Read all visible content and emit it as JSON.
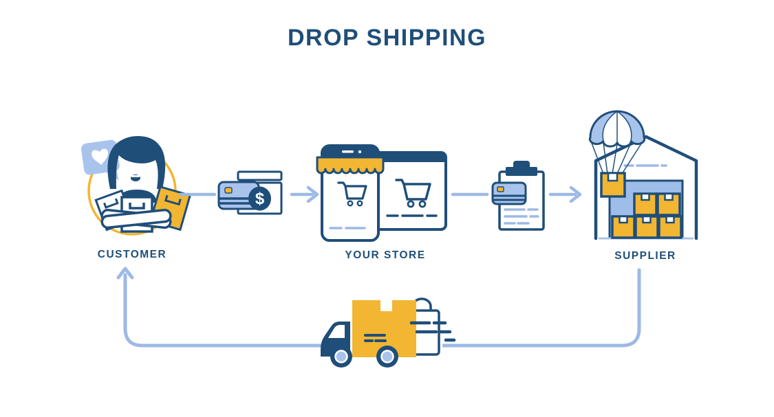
{
  "title": "DROP SHIPPING",
  "nodes": {
    "customer": {
      "label": "CUSTOMER",
      "icon": "customer-with-shopping-bags-icon",
      "badge": "heart-speech-bubble-icon"
    },
    "store": {
      "label": "YOUR STORE",
      "icon": "phone-and-browser-storefront-icon"
    },
    "supplier": {
      "label": "SUPPLIER",
      "icon": "warehouse-with-parachute-delivery-icon"
    }
  },
  "flow_icons": {
    "payment": {
      "icon": "credit-card-and-banknote-icon",
      "currency_symbol": "$"
    },
    "order": {
      "icon": "clipboard-order-with-credit-card-icon"
    },
    "delivery": {
      "icon": "delivery-truck-with-package-and-bag-icon"
    }
  },
  "connections": [
    {
      "from": "customer",
      "via": "payment",
      "to": "store",
      "style": "arrow-right"
    },
    {
      "from": "store",
      "via": "order",
      "to": "supplier",
      "style": "arrow-right"
    },
    {
      "from": "supplier",
      "via": "delivery",
      "to": "customer",
      "style": "return-loop-arrow-up"
    }
  ],
  "colors": {
    "dark_blue": "#1f4e79",
    "yellow": "#f2b632",
    "light_blue_line": "#9db9e6",
    "pale_blue_fill": "#a9c4ec",
    "background": "#ffffff"
  }
}
